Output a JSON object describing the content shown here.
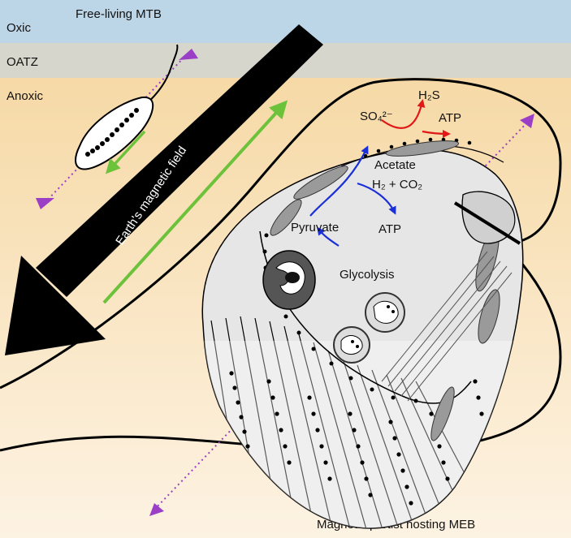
{
  "zones": {
    "oxic": "Oxic",
    "oatz": "OATZ",
    "anoxic": "Anoxic"
  },
  "titles": {
    "free_living": "Free-living MTB",
    "protist": "Magnetic protist hosting MEB"
  },
  "magnetic_field_label": "Earth's magnetic field",
  "metabolism": {
    "acetate": "Acetate",
    "h2_co2": "H₂ + CO₂",
    "atp_middle": "ATP",
    "pyruvate": "Pyruvate",
    "glycolysis": "Glycolysis",
    "sulfate": "SO₄²⁻",
    "h2s": "H₂S",
    "atp_top": "ATP"
  },
  "colors": {
    "oxic_band": "#bcd6e8",
    "oatz_band": "#d6d6cc",
    "anoxic_top": "#f6d9a6",
    "anoxic_bottom": "#fdf3e3",
    "field_arrow": "#000000",
    "motility_arrow": "#6cc23a",
    "dipole_marker": "#9b3fc6",
    "metabolic_arrow": "#1a2fd6",
    "sulfate_arrow": "#e01818"
  },
  "icons": [
    "magnetic-field-arrow",
    "motility-arrow",
    "dipole-marker",
    "nucleus-icon",
    "vacuole-icon"
  ]
}
